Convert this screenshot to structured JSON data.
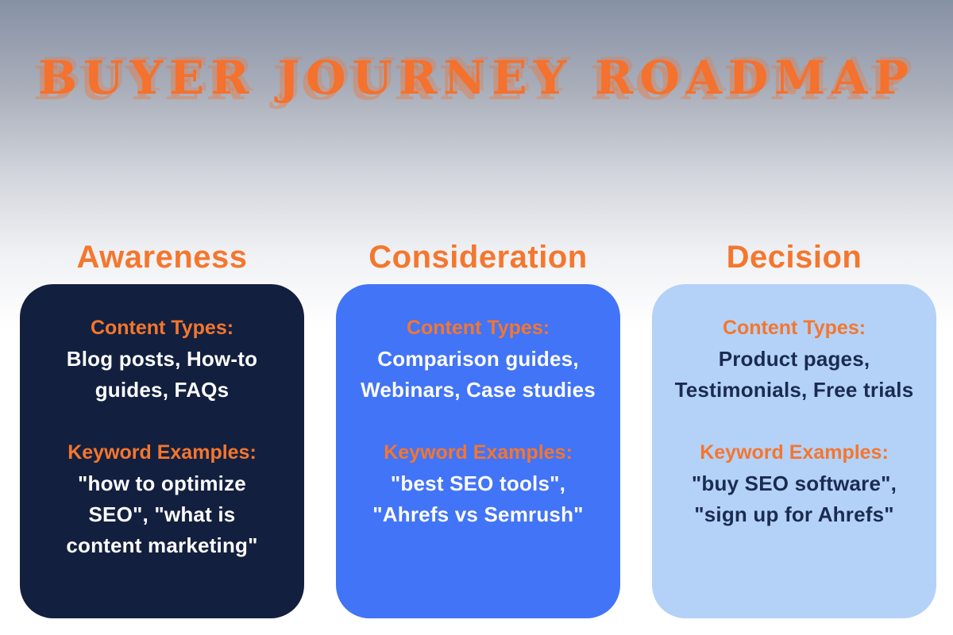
{
  "title": "BUYER JOURNEY ROADMAP",
  "colors": {
    "title_orange": "#f4712e",
    "heading_orange": "#f4762e",
    "card_navy": "#131f3e",
    "card_blue": "#4274f7",
    "card_light_blue": "#b4d2f8",
    "body_white": "#fdfdfd",
    "body_navy": "#1b2b50",
    "background_top": "#8791a5",
    "background_bottom": "#ffffff"
  },
  "stages": [
    {
      "name": "Awareness",
      "content_types_label": "Content Types:",
      "content_types": "Blog posts, How-to\nguides, FAQs",
      "keyword_examples_label": "Keyword Examples:",
      "keyword_examples": "\"how to optimize\nSEO\", \"what is\ncontent marketing\""
    },
    {
      "name": "Consideration",
      "content_types_label": "Content Types:",
      "content_types": "Comparison guides,\nWebinars, Case studies",
      "keyword_examples_label": "Keyword Examples:",
      "keyword_examples": "\"best SEO tools\",\n\"Ahrefs vs Semrush\""
    },
    {
      "name": "Decision",
      "content_types_label": "Content Types:",
      "content_types": "Product pages,\nTestimonials, Free trials",
      "keyword_examples_label": "Keyword Examples:",
      "keyword_examples": "\"buy SEO software\",\n\"sign up for Ahrefs\""
    }
  ]
}
